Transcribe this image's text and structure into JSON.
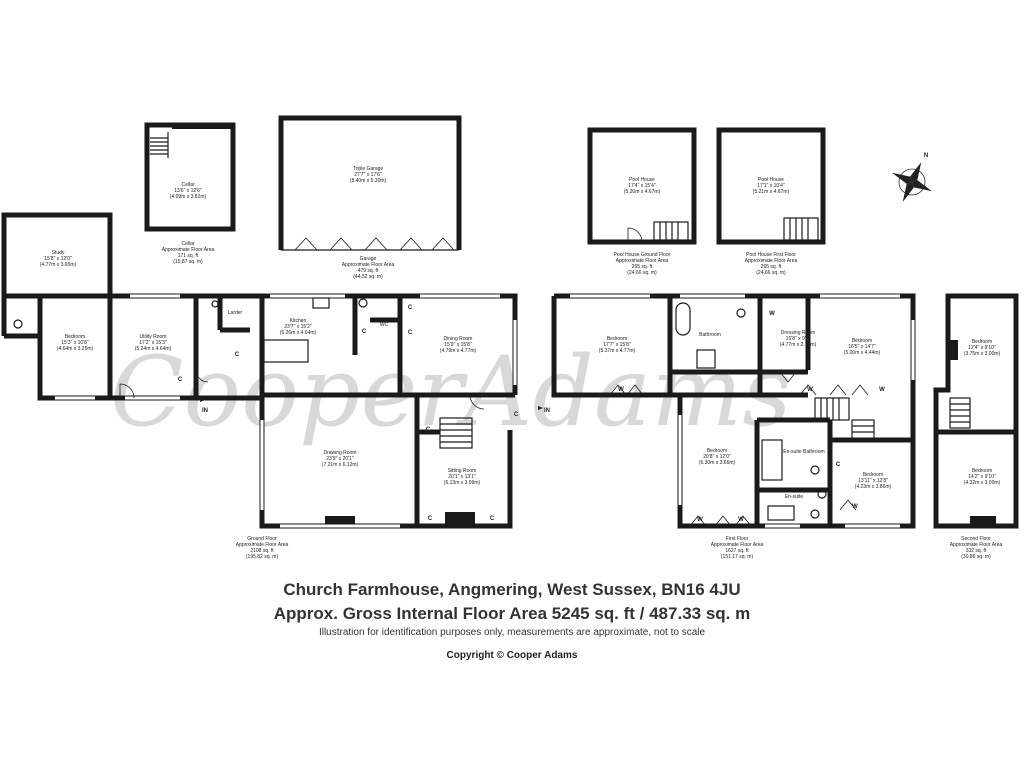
{
  "watermark": "CooperAdams",
  "rooms": {
    "cellar": {
      "name": "Cellar",
      "dims": "13'6\" x 12'6\"",
      "metric": "(4.09m x 3.82m)"
    },
    "garage": {
      "name": "Triple Garage",
      "dims": "27'7\" x 17'6\"",
      "metric": "(8.40m x 5.30m)"
    },
    "poolhouse_g": {
      "name": "Pool House",
      "dims": "17'4\" x 15'4\"",
      "metric": "(5.20m x 4.67m)"
    },
    "poolhouse_1": {
      "name": "Pool House",
      "dims": "17'1\" x 10'4\"",
      "metric": "(5.21m x 4.67m)"
    },
    "study": {
      "name": "Study",
      "dims": "15'8\" x 12'0\"",
      "metric": "(4.77m x 3.65m)"
    },
    "bedroom_g": {
      "name": "Bedroom",
      "dims": "15'3\" x 10'8\"",
      "metric": "(4.64m x 3.25m)"
    },
    "utility": {
      "name": "Utility Room",
      "dims": "17'2\" x 15'3\"",
      "metric": "(5.24m x 4.64m)"
    },
    "kitchen": {
      "name": "Kitchen",
      "dims": "23'7\" x 15'2\"",
      "metric": "(5.26m x 4.64m)"
    },
    "larder": {
      "name": "Larder"
    },
    "wc": {
      "name": "WC"
    },
    "dining": {
      "name": "Dining Room",
      "dims": "15'9\" x 15'8\"",
      "metric": "(4.79m x 4.77m)"
    },
    "drawing": {
      "name": "Drawing Room",
      "dims": "23'9\" x 20'1\"",
      "metric": "(7.21m x 6.12m)"
    },
    "sitting": {
      "name": "Sitting Room",
      "dims": "20'1\" x 13'1\"",
      "metric": "(6.13m x 3.99m)"
    },
    "bed1a": {
      "name": "Bedroom",
      "dims": "17'7\" x 15'8\"",
      "metric": "(5.37m x 4.77m)"
    },
    "bathroom": {
      "name": "Bathroom"
    },
    "dressing": {
      "name": "Dressing Room",
      "dims": "15'8\" x 9'1\"",
      "metric": "(4.77m x 2.77m)"
    },
    "bed1b": {
      "name": "Bedroom",
      "dims": "16'5\" x 14'7\"",
      "metric": "(5.00m x 4.44m)"
    },
    "bed1c": {
      "name": "Bedroom",
      "dims": "20'8\" x 12'0\"",
      "metric": "(6.30m x 3.66m)"
    },
    "ensuite_bath": {
      "name": "En-suite Bathroom"
    },
    "ensuite": {
      "name": "En-suite"
    },
    "bed1d": {
      "name": "Bedroom",
      "dims": "13'11\" x 12'8\"",
      "metric": "(4.23m x 3.86m)"
    },
    "bed2a": {
      "name": "Bedroom",
      "dims": "12'4\" x 9'10\"",
      "metric": "(3.75m x 3.00m)"
    },
    "bed2b": {
      "name": "Bedroom",
      "dims": "14'2\" x 9'10\"",
      "metric": "(4.32m x 3.00m)"
    }
  },
  "markers": {
    "in": "IN",
    "c": "C",
    "w": "W",
    "north": "N"
  },
  "captions": {
    "cellar": [
      "Cellar",
      "Approximate Floor Area",
      "171 sq. ft",
      "(15.87 sq. m)"
    ],
    "garage": [
      "Garage",
      "Approximate Floor Area",
      "479 sq. ft",
      "(44.52 sq. m)"
    ],
    "pool_ground": [
      "Pool House Ground Floor",
      "Approximate Floor Area",
      "265 sq. ft",
      "(24.66 sq. m)"
    ],
    "pool_first": [
      "Pool House First Floor",
      "Approximate Floor Area",
      "265 sq. ft",
      "(24.66 sq. m)"
    ],
    "ground": [
      "Ground Floor",
      "Approximate Floor Area",
      "2108 sq. ft",
      "(195.82 sq. m)"
    ],
    "first": [
      "First Floor",
      "Approximate Floor Area",
      "1627 sq. ft",
      "(151.17 sq. m)"
    ],
    "second": [
      "Second Floor",
      "Approximate Floor Area",
      "332 sq. ft",
      "(30.86 sq. m)"
    ]
  },
  "footer": {
    "title": "Church Farmhouse, Angmering, West Sussex, BN16 4JU",
    "area": "Approx. Gross Internal Floor Area 5245 sq. ft / 487.33 sq. m",
    "disclaimer": "Illustration for identification purposes only, measurements are approximate, not to scale",
    "copyright": "Copyright © Cooper Adams"
  }
}
